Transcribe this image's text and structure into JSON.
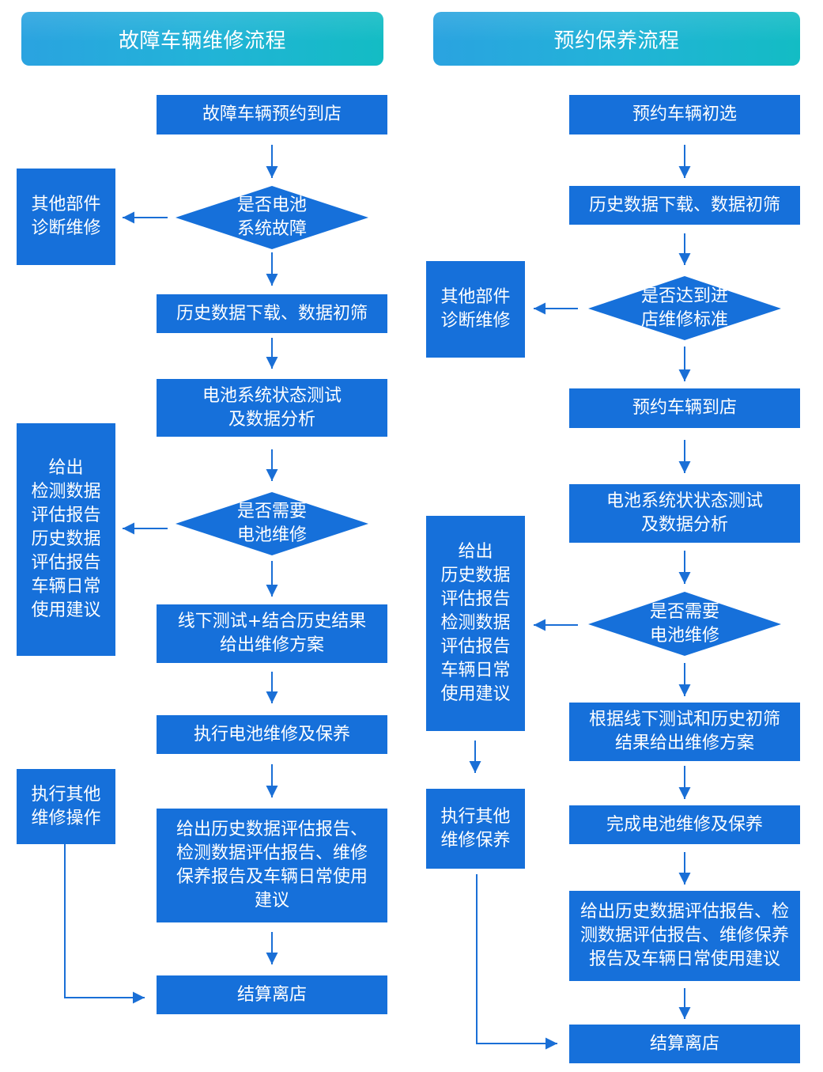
{
  "colors": {
    "node": "#1670da",
    "arrow": "#1a6fd6",
    "node_text": "#ffffff",
    "header_from": "#2aa3e0",
    "header_to": "#13bcc4",
    "background": "#ffffff"
  },
  "fault_repair": {
    "title": "故障车辆维修流程",
    "main": [
      "故障车辆预约到店",
      "是否电池\n系统故障",
      "历史数据下载、数据初筛",
      "电池系统状态测试\n及数据分析",
      "是否需要\n电池维修",
      "线下测试+结合历史结果\n给出维修方案",
      "执行电池维修及保养",
      "给出历史数据评估报告、\n检测数据评估报告、维修\n保养报告及车辆日常使用\n建议",
      "结算离店"
    ],
    "side": [
      "其他部件\n诊断维修",
      "给出\n检测数据\n评估报告\n历史数据\n评估报告\n车辆日常\n使用建议",
      "执行其他\n维修操作"
    ]
  },
  "scheduled_maintenance": {
    "title": "预约保养流程",
    "main": [
      "预约车辆初选",
      "历史数据下载、数据初筛",
      "是否达到进\n店维修标准",
      "预约车辆到店",
      "电池系统状状态测试\n及数据分析",
      "是否需要\n电池维修",
      "根据线下测试和历史初筛\n结果给出维修方案",
      "完成电池维修及保养",
      "给出历史数据评估报告、检\n测数据评估报告、维修保养\n报告及车辆日常使用建议",
      "结算离店"
    ],
    "side": [
      "其他部件\n诊断维修",
      "给出\n历史数据\n评估报告\n检测数据\n评估报告\n车辆日常\n使用建议",
      "执行其他\n维修保养"
    ]
  }
}
